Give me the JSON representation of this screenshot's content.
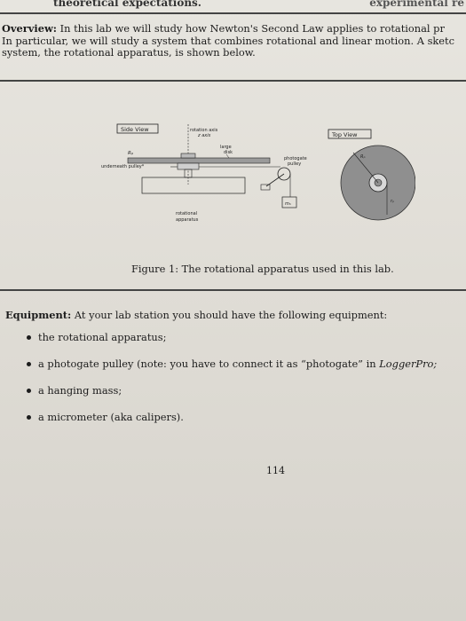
{
  "header": {
    "fragment_left": "theoretical expectations.",
    "fragment_right": "experimental re"
  },
  "overview": {
    "label": "Overview:",
    "line1": "In this lab we will study how Newton's Second Law applies to rotational pr",
    "line2": "In particular, we will study a system that combines rotational and linear motion. A sketc",
    "line3": "system, the rotational apparatus, is shown below."
  },
  "figure": {
    "side_view_label": "Side View",
    "top_view_label": "Top View",
    "rotation_axis_label": "rotation axis",
    "z_axis_label": "z axis",
    "large_disk_label": "large",
    "large_disk_label2": "disk",
    "r_p_label": "Rₚ",
    "underneath_pulley_label": "underneath pulley*",
    "photogate_label": "photogate",
    "pulley_label": "pulley",
    "mass_label": "mₕ",
    "rotational_label": "rotational",
    "apparatus_label": "apparatus",
    "r_label_top": "Rₚ",
    "r_label_bottom": "rₚ",
    "caption": "Figure 1: The rotational apparatus used in this lab."
  },
  "equipment": {
    "label": "Equipment:",
    "intro": "At your lab station you should have the following equipment:",
    "items": [
      {
        "text": "the rotational apparatus;"
      },
      {
        "text": "a photogate pulley (note: you have to connect it as “photogate” in ",
        "italic_tail": "LoggerPro;"
      },
      {
        "text": "a hanging mass;"
      },
      {
        "text": "a micrometer (aka calipers)."
      }
    ]
  },
  "page_number": "114"
}
